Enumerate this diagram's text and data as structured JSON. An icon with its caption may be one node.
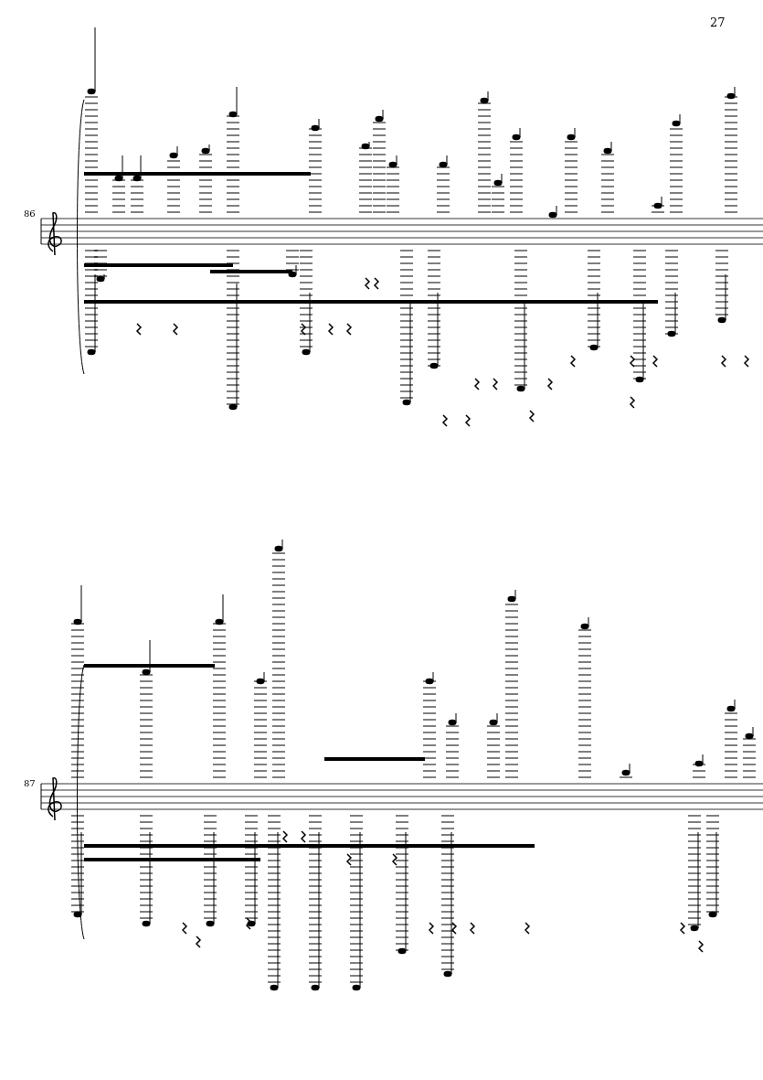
{
  "diagram": {
    "labels": [
      "27",
      "86",
      "87"
    ]
  }
}
